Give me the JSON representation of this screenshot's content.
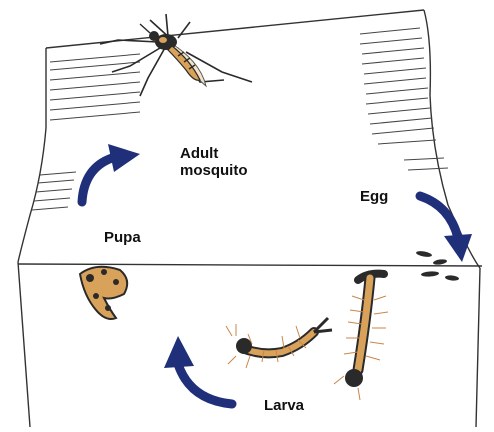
{
  "labels": {
    "adult_line1": "Adult",
    "adult_line2": "mosquito",
    "egg": "Egg",
    "pupa": "Pupa",
    "larva": "Larva"
  },
  "colors": {
    "arrow": "#1f2f7a",
    "outline": "#333333",
    "body": "#d9a25a",
    "dark": "#2a2a2a",
    "background": "#ffffff"
  },
  "icons": [
    "mosquito-icon",
    "egg-icon",
    "larva-icon",
    "pupa-icon",
    "cycle-arrow-icon"
  ]
}
